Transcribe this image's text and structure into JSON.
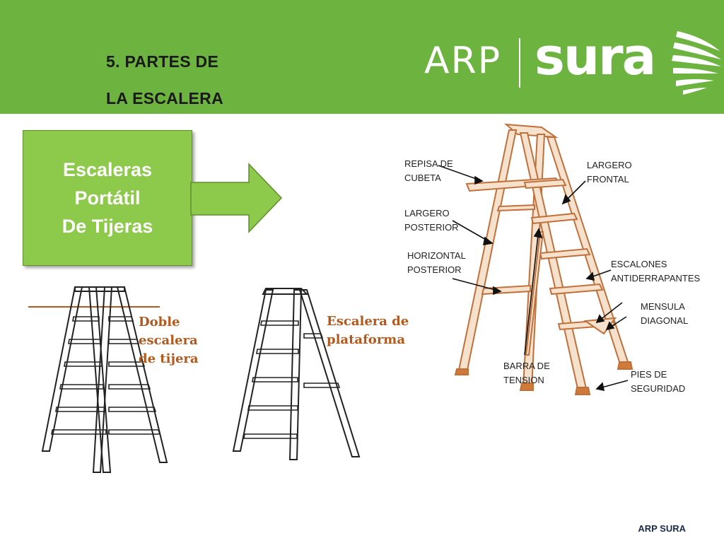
{
  "header": {
    "title_line1": "5. PARTES DE",
    "title_line2": "LA ESCALERA",
    "logo_arp": "ARP",
    "logo_sura": "sura",
    "color": "#6db33f"
  },
  "callout": {
    "lines": [
      "Escaleras",
      "Portátil",
      "De Tijeras"
    ],
    "color": "#8dc94b"
  },
  "examples": {
    "double_label": [
      "Doble",
      "escalera",
      "de tijera"
    ],
    "platform_label": [
      "Escalera de",
      "plataforma"
    ]
  },
  "parts": {
    "repisa": [
      "REPISA DE",
      "CUBETA"
    ],
    "largero_posterior": [
      "LARGERO",
      "POSTERIOR"
    ],
    "horizontal_posterior": [
      "HORIZONTAL",
      "POSTERIOR"
    ],
    "barra": [
      "BARRA DE",
      "TENSION"
    ],
    "largero_frontal": [
      "LARGERO",
      "FRONTAL"
    ],
    "escalones": [
      "ESCALONES",
      "ANTIDERRAPANTES"
    ],
    "mensula": [
      "MENSULA",
      "DIAGONAL"
    ],
    "pies": [
      "PIES DE",
      "SEGURIDAD"
    ]
  },
  "footer": {
    "text": "ARP SURA"
  }
}
